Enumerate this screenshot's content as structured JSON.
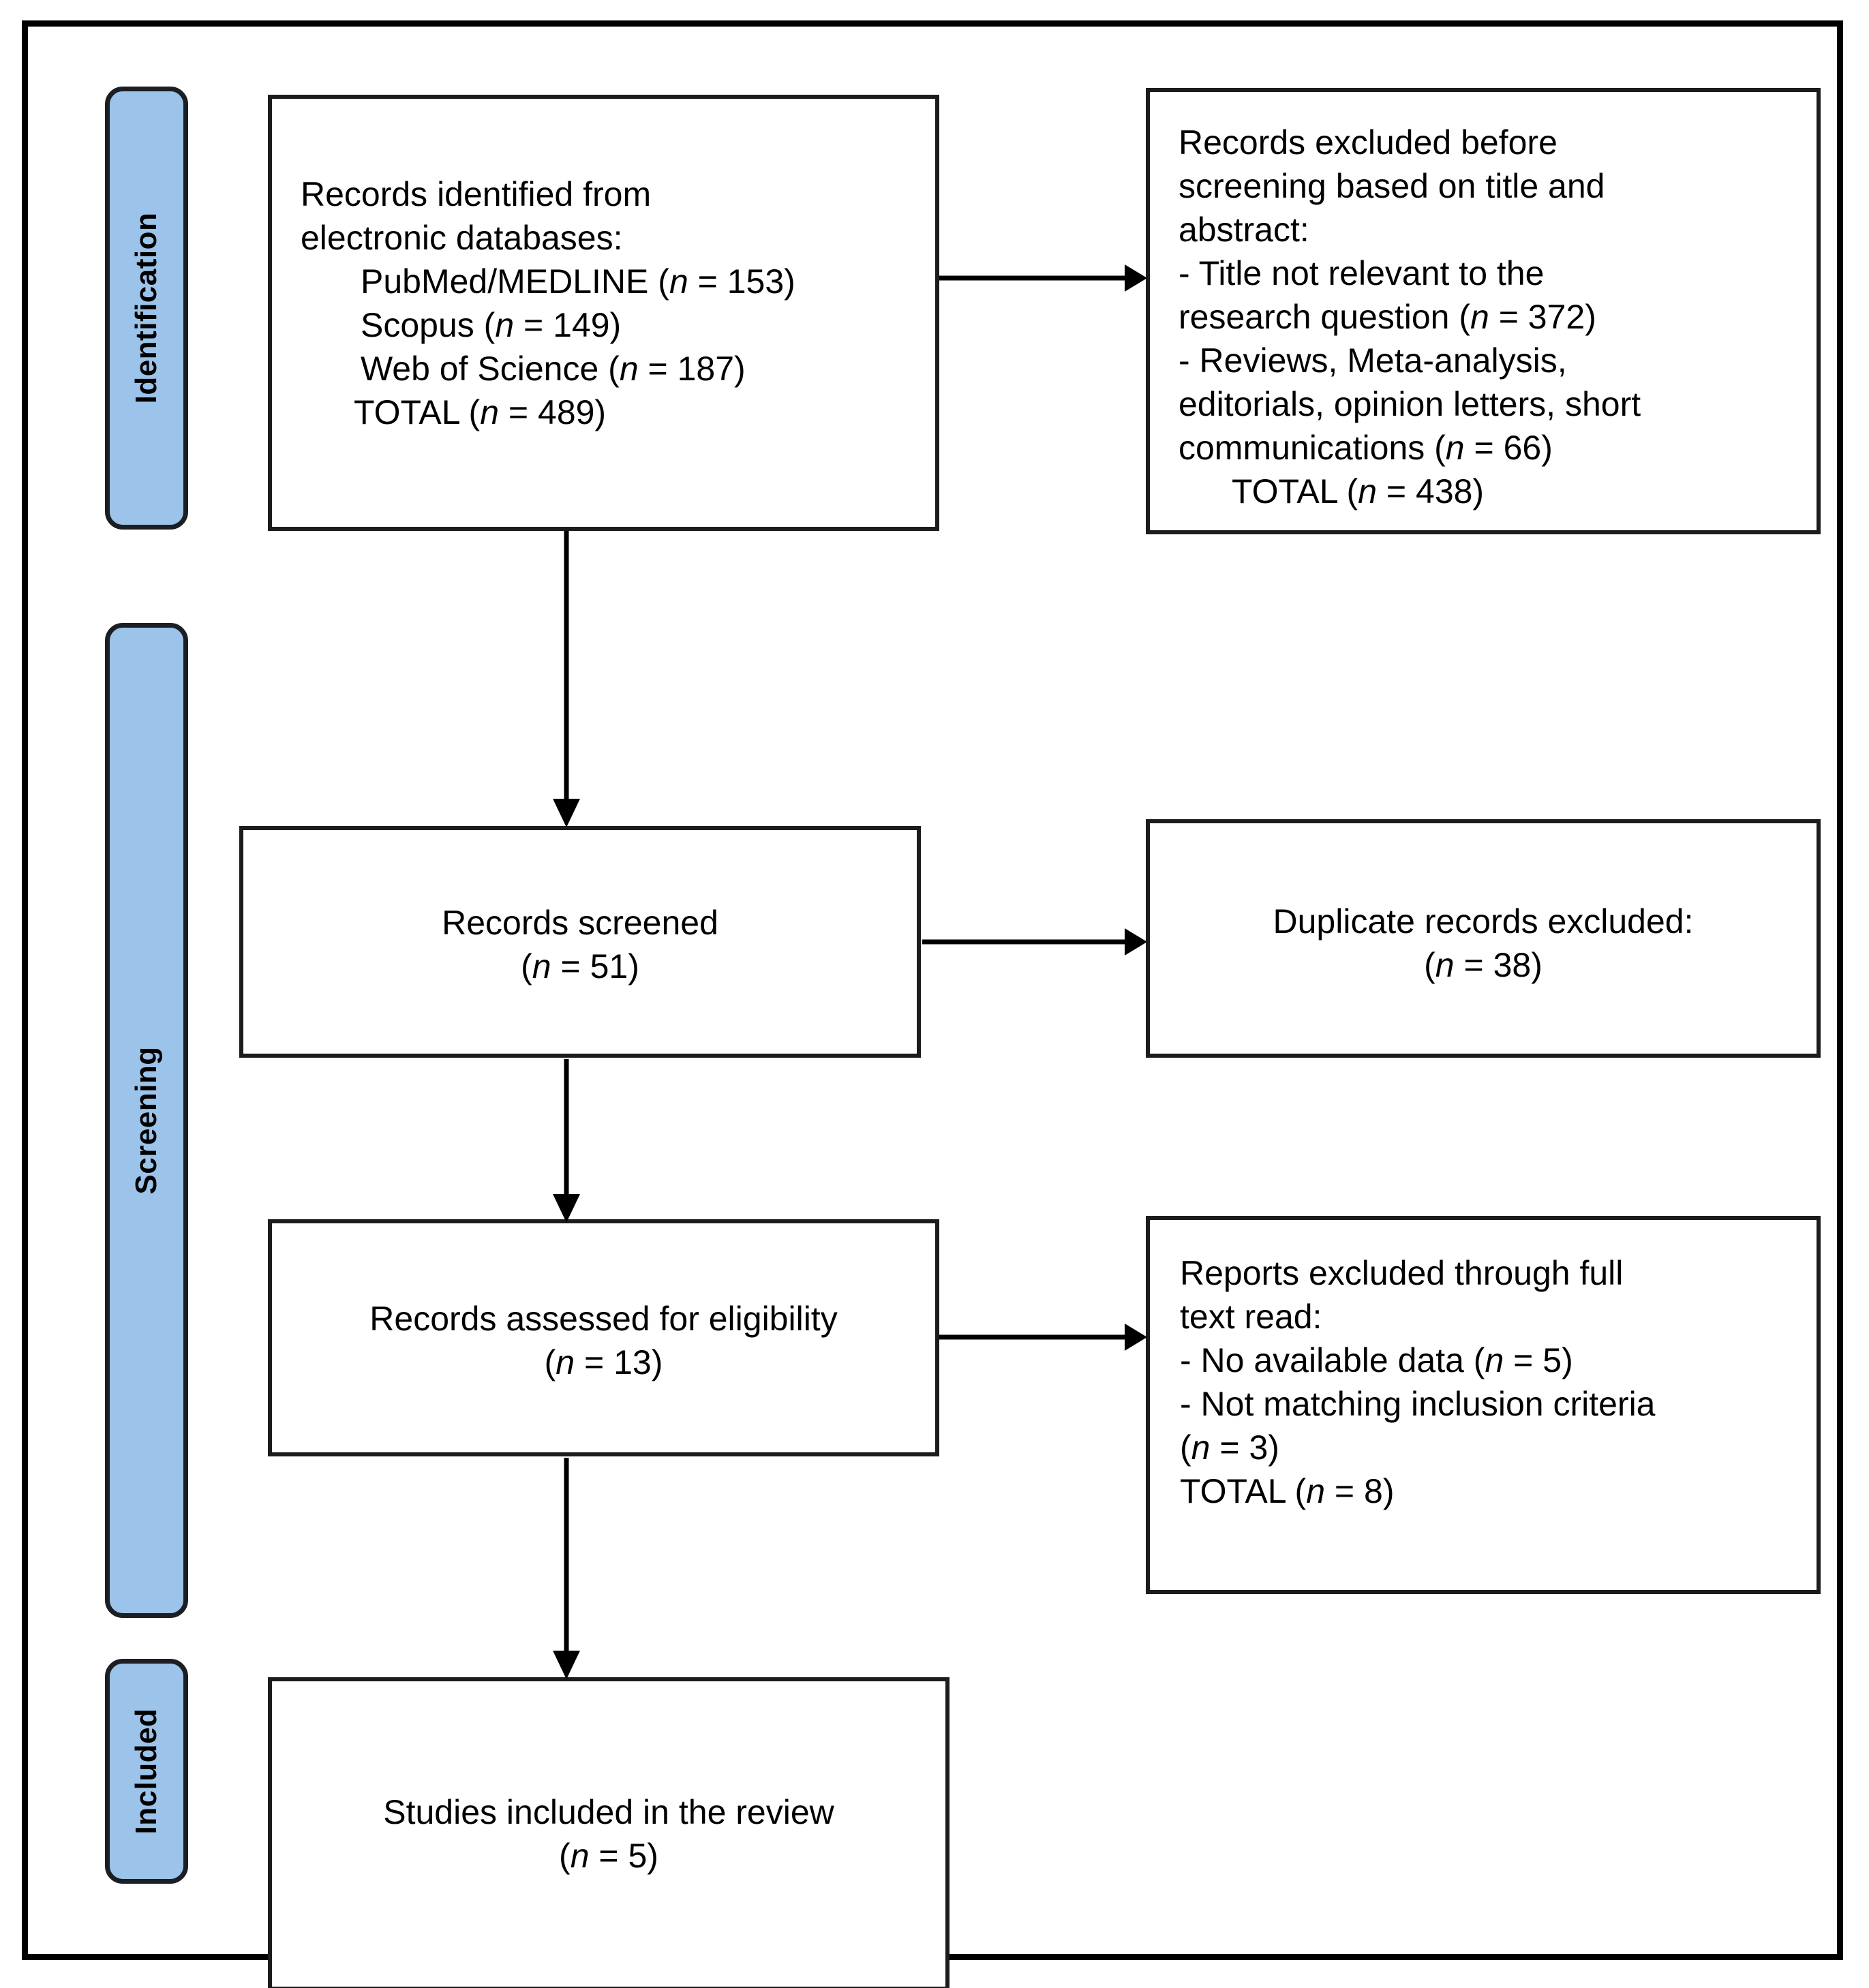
{
  "figure": {
    "type": "prisma-flow-diagram",
    "accent_color": "#9cc3e9",
    "border_color": "#1c1c1c",
    "background_color": "#ffffff"
  },
  "stages": {
    "identification": "Identification",
    "screening": "Screening",
    "included": "Included"
  },
  "boxes": {
    "identified": {
      "name": "records-identified",
      "lines": [
        {
          "text": "Records identified from",
          "indent": 0
        },
        {
          "text": "electronic databases:",
          "indent": 0
        },
        {
          "text": "PubMed/MEDLINE (n = 153)",
          "indent": 2
        },
        {
          "text": "Scopus (n = 149)",
          "indent": 2
        },
        {
          "text": "Web of Science (n = 187)",
          "indent": 2
        },
        {
          "text": "TOTAL (n = 489)",
          "indent": 1
        }
      ],
      "counts": {
        "pubmed_medline": 153,
        "scopus": 149,
        "web_of_science": 187,
        "total": 489
      }
    },
    "excluded_before_screening": {
      "name": "records-excluded-before-screening",
      "lines": [
        {
          "text": "Records excluded before",
          "indent": 0
        },
        {
          "text": "screening based on title and",
          "indent": 0
        },
        {
          "text": "abstract:",
          "indent": 0
        },
        {
          "text": "- Title not relevant to the",
          "indent": 0
        },
        {
          "text": "research question (n = 372)",
          "indent": 0
        },
        {
          "text": "- Reviews, Meta-analysis,",
          "indent": 0
        },
        {
          "text": "editorials, opinion letters, short",
          "indent": 0
        },
        {
          "text": "communications (n = 66)",
          "indent": 0
        },
        {
          "text": "TOTAL (n = 438)",
          "indent": 1
        }
      ],
      "counts": {
        "title_not_relevant": 372,
        "reviews_meta_editorials": 66,
        "total": 438
      }
    },
    "screened": {
      "name": "records-screened",
      "lines": [
        {
          "text": "Records screened",
          "indent": 0
        },
        {
          "text": "(n = 51)",
          "indent": 0
        }
      ],
      "counts": {
        "n": 51
      }
    },
    "duplicates": {
      "name": "duplicate-records-excluded",
      "lines": [
        {
          "text": "Duplicate records excluded:",
          "indent": 0
        },
        {
          "text": "(n = 38)",
          "indent": 0
        }
      ],
      "counts": {
        "n": 38
      }
    },
    "eligibility": {
      "name": "records-assessed-for-eligibility",
      "lines": [
        {
          "text": "Records assessed for eligibility",
          "indent": 0
        },
        {
          "text": "(n = 13)",
          "indent": 0
        }
      ],
      "counts": {
        "n": 13
      }
    },
    "excluded_full_text": {
      "name": "reports-excluded-full-text",
      "lines": [
        {
          "text": "Reports excluded through full",
          "indent": 0
        },
        {
          "text": "text read:",
          "indent": 0
        },
        {
          "text": "- No available data (n = 5)",
          "indent": 0
        },
        {
          "text": "- Not matching inclusion criteria",
          "indent": 0
        },
        {
          "text": "(n = 3)",
          "indent": 0
        },
        {
          "text": "TOTAL (n = 8)",
          "indent": 0
        }
      ],
      "counts": {
        "no_available_data": 5,
        "not_matching_inclusion_criteria": 3,
        "total": 8
      }
    },
    "included": {
      "name": "studies-included-in-review",
      "lines": [
        {
          "text": "Studies included in the review",
          "indent": 0
        },
        {
          "text": "(n = 5)",
          "indent": 0
        }
      ],
      "counts": {
        "n": 5
      }
    }
  },
  "arrows": [
    {
      "name": "arrow-identified-to-excluded",
      "direction": "right"
    },
    {
      "name": "arrow-identified-to-screened",
      "direction": "down"
    },
    {
      "name": "arrow-screened-to-duplicates",
      "direction": "right"
    },
    {
      "name": "arrow-screened-to-eligibility",
      "direction": "down"
    },
    {
      "name": "arrow-eligibility-to-excluded-full",
      "direction": "right"
    },
    {
      "name": "arrow-eligibility-to-included",
      "direction": "down"
    }
  ]
}
